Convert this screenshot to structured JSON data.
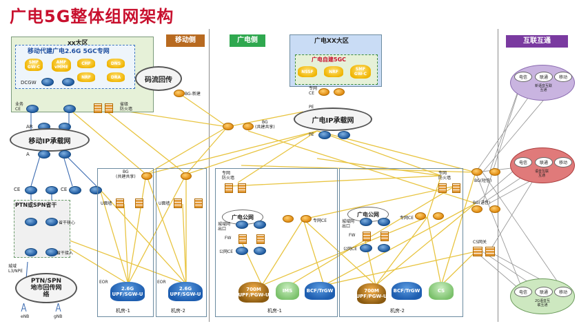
{
  "title": "广电5G整体组网架构",
  "headers": {
    "mobile_side": "移动侧",
    "broadcast_side": "广电侧",
    "broadcast_xx": "广电XX大区",
    "interconnect": "互联互通",
    "mobile_xx": "xx大区"
  },
  "colors": {
    "title": "#c8102e",
    "mobile_header": "#b86a20",
    "broadcast_header": "#2fa84f",
    "interconnect_header": "#7a3aa0",
    "region_box_bg": "#e6f1d8",
    "broadcast_region_bg": "#c9dcf5"
  },
  "mobile_region": {
    "core_title": "移动代建广电2.6G 5GC专网",
    "nfs": [
      "SMF\nGW-C",
      "AMF\nvMME",
      "CHF",
      "DNS",
      "NRF",
      "DRA"
    ],
    "dcgw": "DCGW",
    "code_backhaul": "码流回传",
    "bg_new": "BG-新建",
    "service_ce": "业务\nCE",
    "province_fw": "省级\n防火墙",
    "ar": "AR",
    "ip_network": "移动IP承载网",
    "a_label": "A"
  },
  "mobile_access": {
    "ce_left": "CE",
    "ce_mid": "CE",
    "ptn_spn": "PTN或SPN省干",
    "trunk_core": "省干核心",
    "trunk_access": "省干接入",
    "city_l3": "城域\nL3/NPE",
    "ptn_metro": "PTN/SPN\n地市回传网\n络",
    "enb": "eNB",
    "gnb": "gNB"
  },
  "mobile_rooms": {
    "bg_shared": "BG\n(共建共享)",
    "u_fw1": "U面墙",
    "u_fw2": "U面墙",
    "eor1": "EOR",
    "eor2": "EOR",
    "upf1": "2.6G\nUPF/SGW-U",
    "upf2": "2.6G\nUPF/SGW-U",
    "room1": "机房-1",
    "room2": "机房-2"
  },
  "broadcast_region": {
    "core_title": "广电自建5GC",
    "nfs": [
      "NSSF",
      "NRF",
      "SMF\nGW-C"
    ],
    "dedicated_ce": "专网\nCE",
    "pe": "PE",
    "bg_shared": "BG\n(共建共享)",
    "ip_network": "广电IP承载网",
    "pe2": "PE"
  },
  "broadcast_rooms": {
    "dedicated_fw": "专网\n防火墙",
    "public_cloud": "广电公网",
    "city_exit": "城域网\n出口",
    "fw": "FW",
    "public_ce": "公网CE",
    "dedicated_ce": "专网CE",
    "upf_700": "700M\nUPF/PGW-U",
    "ims": "IMS",
    "bcf": "BCF/TrGW",
    "room1": "机房-1",
    "room2": "机房-2",
    "upf_700b": "700M\nUPF/PGW-U",
    "bcf2": "BCF/TrGW",
    "cs2": "CS",
    "dedicated_fw2": "专网\n防火墙",
    "public_cloud2": "广电公网",
    "city_exit2": "城域网\n出口",
    "fw2": "FW",
    "public_ce2": "公网CE",
    "dedicated_ce2": "专网CE"
  },
  "interconnect": {
    "bg_sms": "BG(短信)",
    "bg_voice": "BG(语音)",
    "cs_gateway": "CS网关",
    "ops1": [
      "电信",
      "联通",
      "移动"
    ],
    "ops1_caption": "新语音互联\n互通",
    "ops2": [
      "电信",
      "联通",
      "移动"
    ],
    "ops2_caption": "语音互联\n互通",
    "ops3": [
      "电信",
      "联通",
      "移动"
    ],
    "ops3_caption": "2G语音互\n联互通"
  }
}
